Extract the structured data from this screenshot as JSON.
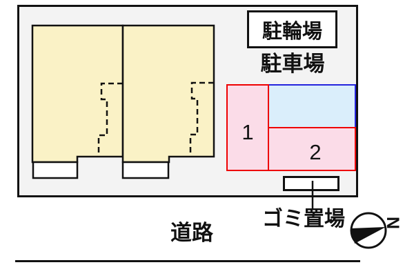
{
  "labels": {
    "bicycle_parking": "駐輪場",
    "car_parking": "駐車場",
    "garbage": "ゴミ置場",
    "road": "道路",
    "compass_north": "N"
  },
  "parking_spaces": [
    {
      "number": "1",
      "fill": "#fbdce8",
      "border": "#ee0000"
    },
    {
      "number": "2",
      "fill": "#fbdce8",
      "border": "#ee0000"
    },
    {
      "number": "",
      "fill": "#daeefb",
      "border": "#2323dd"
    }
  ],
  "colors": {
    "site_fill": "#f3f3f3",
    "outline": "#111111",
    "building_fill": "#faf2c6",
    "porch_fill": "#ffffff",
    "space_pink_fill": "#fbdce8",
    "space_red_border": "#ee0000",
    "space_blue_fill": "#daeefb",
    "space_blue_border": "#2323dd"
  }
}
